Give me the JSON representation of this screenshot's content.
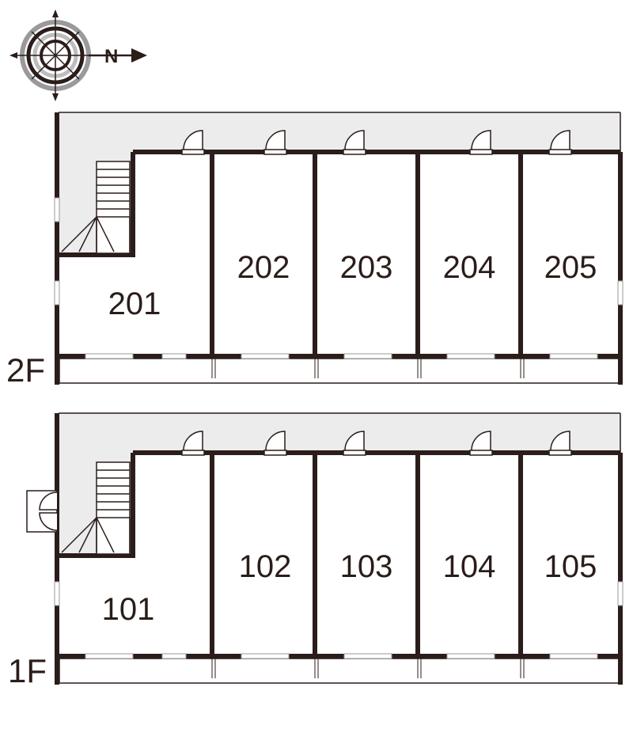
{
  "compass": {
    "north_label": "N"
  },
  "floors": [
    {
      "id": "2F",
      "label": "2F",
      "rooms": [
        "201",
        "202",
        "203",
        "204",
        "205"
      ]
    },
    {
      "id": "1F",
      "label": "1F",
      "rooms": [
        "101",
        "102",
        "103",
        "104",
        "105"
      ]
    }
  ],
  "colors": {
    "wall": "#2a1d1a",
    "corridor": "#ececec",
    "window": "#9a9a9a",
    "background": "#ffffff"
  }
}
